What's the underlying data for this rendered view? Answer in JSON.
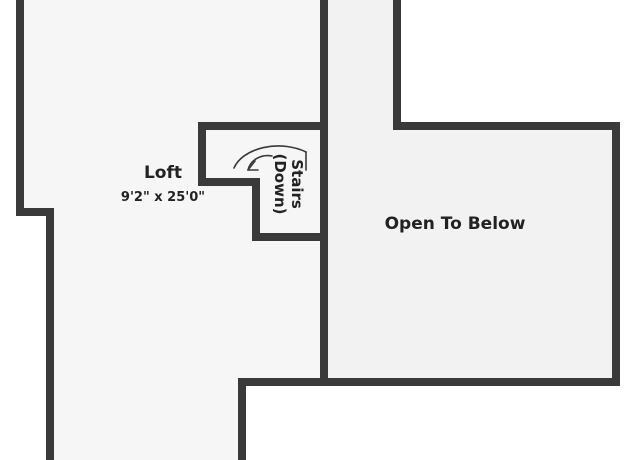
{
  "colors": {
    "wall": "#3a3a3a",
    "floor": "#f6f6f6",
    "open_to_below": "#f2f2f2",
    "background": "#ffffff",
    "text": "#222222"
  },
  "rooms": {
    "loft": {
      "name": "Loft",
      "dimensions": "9'2\" x 25'0\""
    },
    "stairs": {
      "line1": "Stairs",
      "line2": "(Down)"
    },
    "open_to_below": {
      "name": "Open To Below"
    }
  },
  "icons": {
    "stair_direction": "curved-arrow-icon"
  }
}
